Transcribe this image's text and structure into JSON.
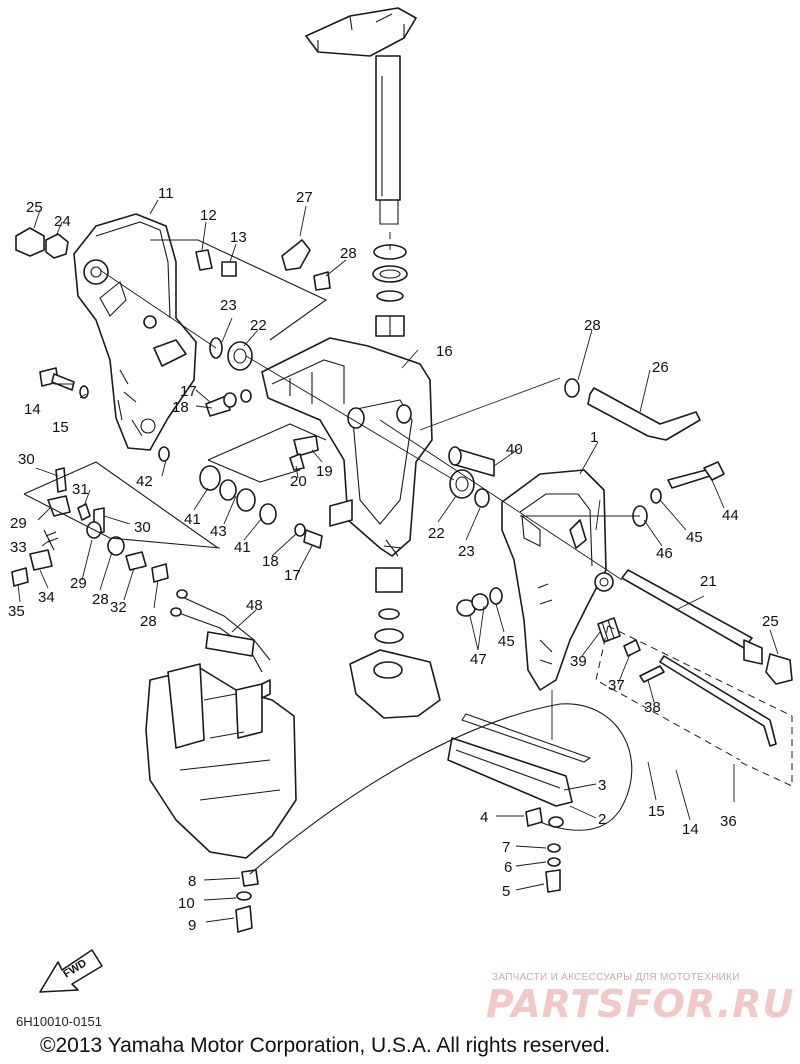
{
  "callouts": [
    {
      "id": "c1",
      "text": "1"
    },
    {
      "id": "c2",
      "text": "2"
    },
    {
      "id": "c3",
      "text": "3"
    },
    {
      "id": "c4",
      "text": "4"
    },
    {
      "id": "c5",
      "text": "5"
    },
    {
      "id": "c6",
      "text": "6"
    },
    {
      "id": "c7",
      "text": "7"
    },
    {
      "id": "c8",
      "text": "8"
    },
    {
      "id": "c9",
      "text": "9"
    },
    {
      "id": "c10",
      "text": "10"
    },
    {
      "id": "c11",
      "text": "11"
    },
    {
      "id": "c12",
      "text": "12"
    },
    {
      "id": "c13",
      "text": "13"
    },
    {
      "id": "c14a",
      "text": "14"
    },
    {
      "id": "c14b",
      "text": "14"
    },
    {
      "id": "c15a",
      "text": "15"
    },
    {
      "id": "c15b",
      "text": "15"
    },
    {
      "id": "c16",
      "text": "16"
    },
    {
      "id": "c17a",
      "text": "17"
    },
    {
      "id": "c17b",
      "text": "17"
    },
    {
      "id": "c18a",
      "text": "18"
    },
    {
      "id": "c18b",
      "text": "18"
    },
    {
      "id": "c19",
      "text": "19"
    },
    {
      "id": "c20",
      "text": "20"
    },
    {
      "id": "c21",
      "text": "21"
    },
    {
      "id": "c22a",
      "text": "22"
    },
    {
      "id": "c22b",
      "text": "22"
    },
    {
      "id": "c23a",
      "text": "23"
    },
    {
      "id": "c23b",
      "text": "23"
    },
    {
      "id": "c24",
      "text": "24"
    },
    {
      "id": "c25a",
      "text": "25"
    },
    {
      "id": "c25b",
      "text": "25"
    },
    {
      "id": "c26",
      "text": "26"
    },
    {
      "id": "c27",
      "text": "27"
    },
    {
      "id": "c28a",
      "text": "28"
    },
    {
      "id": "c28b",
      "text": "28"
    },
    {
      "id": "c28c",
      "text": "28"
    },
    {
      "id": "c28d",
      "text": "28"
    },
    {
      "id": "c29a",
      "text": "29"
    },
    {
      "id": "c29b",
      "text": "29"
    },
    {
      "id": "c30a",
      "text": "30"
    },
    {
      "id": "c30b",
      "text": "30"
    },
    {
      "id": "c31",
      "text": "31"
    },
    {
      "id": "c32",
      "text": "32"
    },
    {
      "id": "c33",
      "text": "33"
    },
    {
      "id": "c34",
      "text": "34"
    },
    {
      "id": "c35",
      "text": "35"
    },
    {
      "id": "c36",
      "text": "36"
    },
    {
      "id": "c37",
      "text": "37"
    },
    {
      "id": "c38",
      "text": "38"
    },
    {
      "id": "c39",
      "text": "39"
    },
    {
      "id": "c40",
      "text": "40"
    },
    {
      "id": "c41a",
      "text": "41"
    },
    {
      "id": "c41b",
      "text": "41"
    },
    {
      "id": "c42",
      "text": "42"
    },
    {
      "id": "c43",
      "text": "43"
    },
    {
      "id": "c44",
      "text": "44"
    },
    {
      "id": "c45a",
      "text": "45"
    },
    {
      "id": "c45b",
      "text": "45"
    },
    {
      "id": "c46",
      "text": "46"
    },
    {
      "id": "c47",
      "text": "47"
    },
    {
      "id": "c48",
      "text": "48"
    }
  ],
  "fwd_label": "FWD",
  "diagram_code": "6H10010-0151",
  "copyright": "©2013 Yamaha Motor Corporation, U.S.A. All rights reserved.",
  "watermark": {
    "tagline": "ЗАПЧАСТИ И АКСЕССУАРЫ ДЛЯ МОТОТЕХНИКИ",
    "logo": "PARTSFOR.RU"
  }
}
